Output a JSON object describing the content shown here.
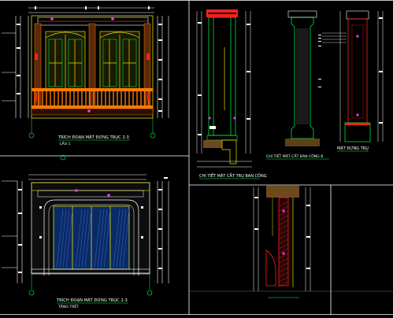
{
  "drawing": {
    "titles": {
      "upper_elevation": "TRÍCH ĐOẠN MẶT ĐỨNG TRỤC 2-3",
      "upper_floor": "LẦU 1",
      "lower_elevation": "TRÍCH ĐOẠN MẶT ĐỨNG TRỤC 2-3",
      "lower_floor": "TẦNG TRỆT",
      "balcony_column_section": "CHI TIẾT MẶT CẮT TRỤ BAN CÔNG",
      "column_elevation": "MẶT ĐỨNG TRỤ",
      "bottom_section": "CHI TIẾT MẶT CẮT BAN CÔNG B"
    },
    "colors": {
      "background": "#000000",
      "frame": "#ffffff",
      "dimension": "#ffffff",
      "door_frame": "#e8e000",
      "balustrade": "#ff7a00",
      "glass": "#0a2a66",
      "column_outline": "#00ff40",
      "cut_section": "#ff2020",
      "marker": "#ff33ff",
      "ornament": "#ff2020",
      "hatch_brown": "#9b6a2a",
      "cyan": "#00e5ff"
    },
    "icons": [
      "axis-marker-icon",
      "section-marker-icon"
    ]
  }
}
